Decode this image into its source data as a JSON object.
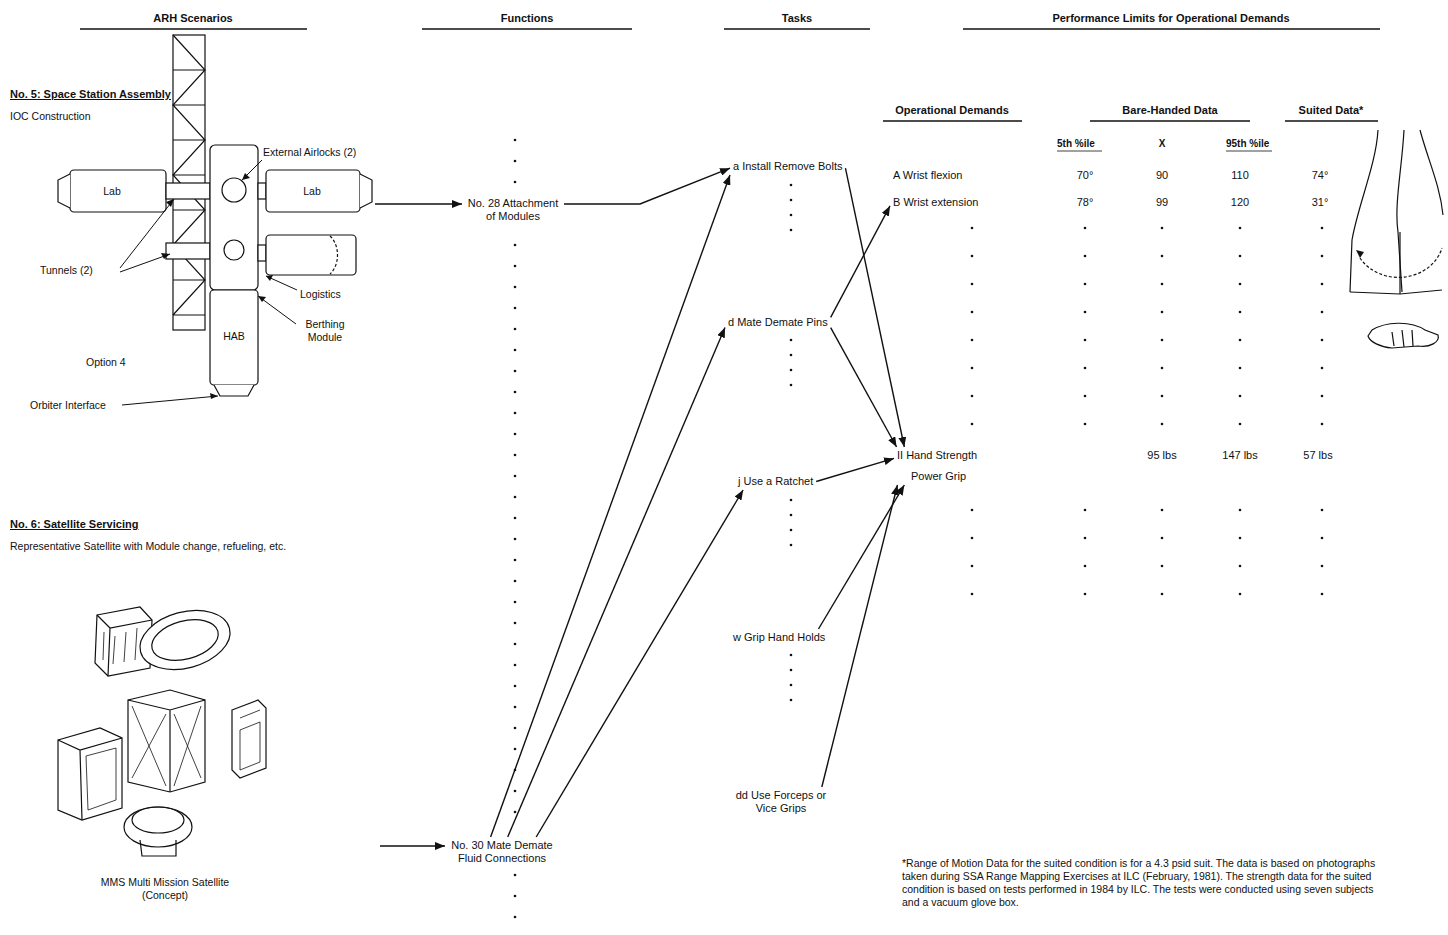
{
  "diagram": {
    "nodes": [
      {
        "text": [
          "No. 5: Space Station Assembly",
          "IOC Construction"
        ]
      },
      {
        "text": [
          "No. 6: Satellite Servicing",
          "Representative Satellite with Module change, refueling, etc."
        ]
      },
      {
        "text": [
          "No. 28 Attachment of Modules"
        ]
      },
      {
        "text": [
          "No. 30 Mate Demate Fluid Connections"
        ]
      },
      {
        "text": [
          "a Install Remove Bolts"
        ]
      },
      {
        "text": [
          "d Mate Demate Pins"
        ]
      },
      {
        "text": [
          "j Use a Ratchet"
        ]
      },
      {
        "text": [
          "w Grip Hand Holds"
        ]
      },
      {
        "text": [
          "dd Use Forceps or Vice Grips"
        ]
      },
      {
        "text": [
          "A Wrist flexion"
        ]
      },
      {
        "text": [
          "B Wrist extension"
        ]
      },
      {
        "text": [
          "II Hand Strength",
          "Power Grip"
        ]
      }
    ],
    "edges": [
      {
        "from": 0,
        "to": 2,
        "arrow": "to"
      },
      {
        "from": 1,
        "to": 3,
        "arrow": "to"
      },
      {
        "from": 2,
        "to": 4,
        "arrow": "to"
      },
      {
        "from": 3,
        "to": 4,
        "arrow": "to"
      },
      {
        "from": 3,
        "to": 5,
        "arrow": "to"
      },
      {
        "from": 3,
        "to": 6,
        "arrow": "to"
      },
      {
        "from": 4,
        "to": 11,
        "arrow": "to"
      },
      {
        "from": 5,
        "to": 10,
        "arrow": "to"
      },
      {
        "from": 5,
        "to": 11,
        "arrow": "to"
      },
      {
        "from": 6,
        "to": 11,
        "arrow": "to"
      },
      {
        "from": 7,
        "to": 11,
        "arrow": "to"
      },
      {
        "from": 8,
        "to": 11,
        "arrow": "to"
      }
    ],
    "labels": [
      "ARH Scenarios",
      "Functions",
      "Tasks",
      "Performance Limits for Operational Demands",
      "Operational Demands",
      "Bare-Handed Data",
      "Suited Data*",
      "5th %ile",
      "X",
      "95th %ile",
      "70°",
      "90",
      "110",
      "74°",
      "78°",
      "99",
      "120",
      "31°",
      "95 lbs",
      "147 lbs",
      "57 lbs",
      "External Airlocks (2)",
      "Lab",
      "Lab",
      "Tunnels (2)",
      "Logistics",
      "Berthing Module",
      "HAB",
      "Option 4",
      "Orbiter Interface",
      "MMS Multi Mission Satellite (Concept)",
      "*Range of Motion Data for the suited condition is for a 4.3 psid suit. The data is based on photographs taken during SSA Range Mapping Exercises at ILC (February, 1981). The strength data for the suited condition is based on tests performed in 1984 by ILC. The tests were conducted using seven subjects and a vacuum glove box."
    ]
  }
}
